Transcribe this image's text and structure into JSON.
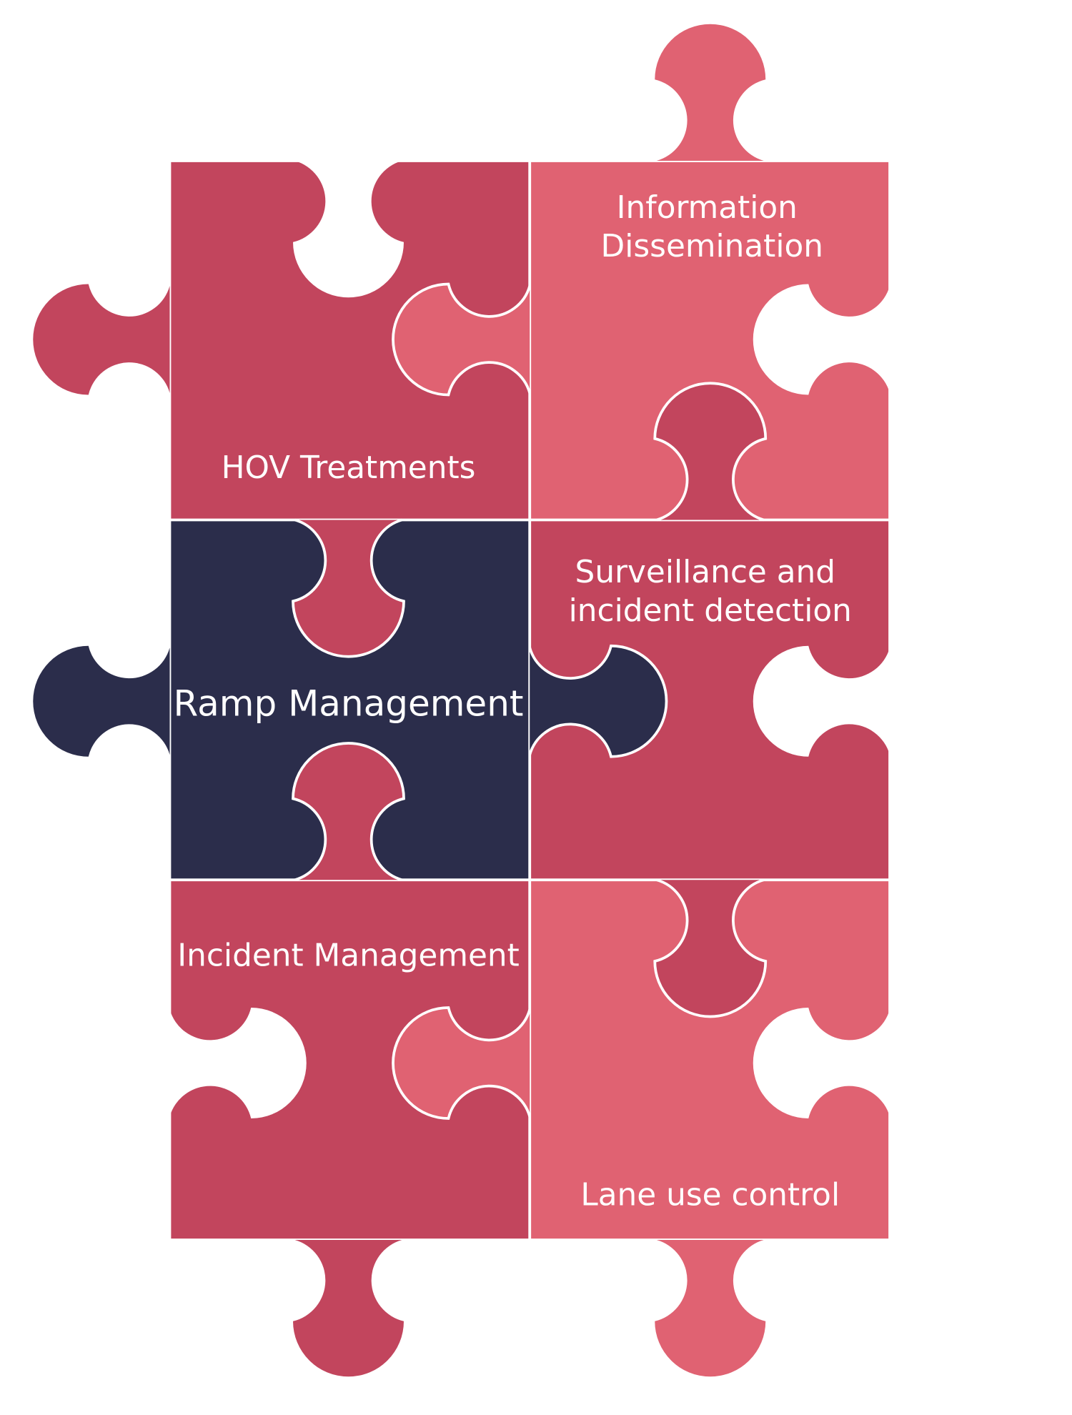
{
  "colors": {
    "dark_red": "#C2455D",
    "light_red": "#E06272",
    "navy": "#2B2D4B",
    "border": "#FFFFFF"
  },
  "pieces": {
    "hov": {
      "label": "HOV Treatments"
    },
    "info": {
      "line1": "Information",
      "line2": "Dissemination"
    },
    "ramp": {
      "label": "Ramp Management"
    },
    "surveillance": {
      "line1": "Surveillance and",
      "line2": "incident detection"
    },
    "incident": {
      "label": "Incident Management"
    },
    "lane": {
      "label": "Lane use control"
    }
  }
}
